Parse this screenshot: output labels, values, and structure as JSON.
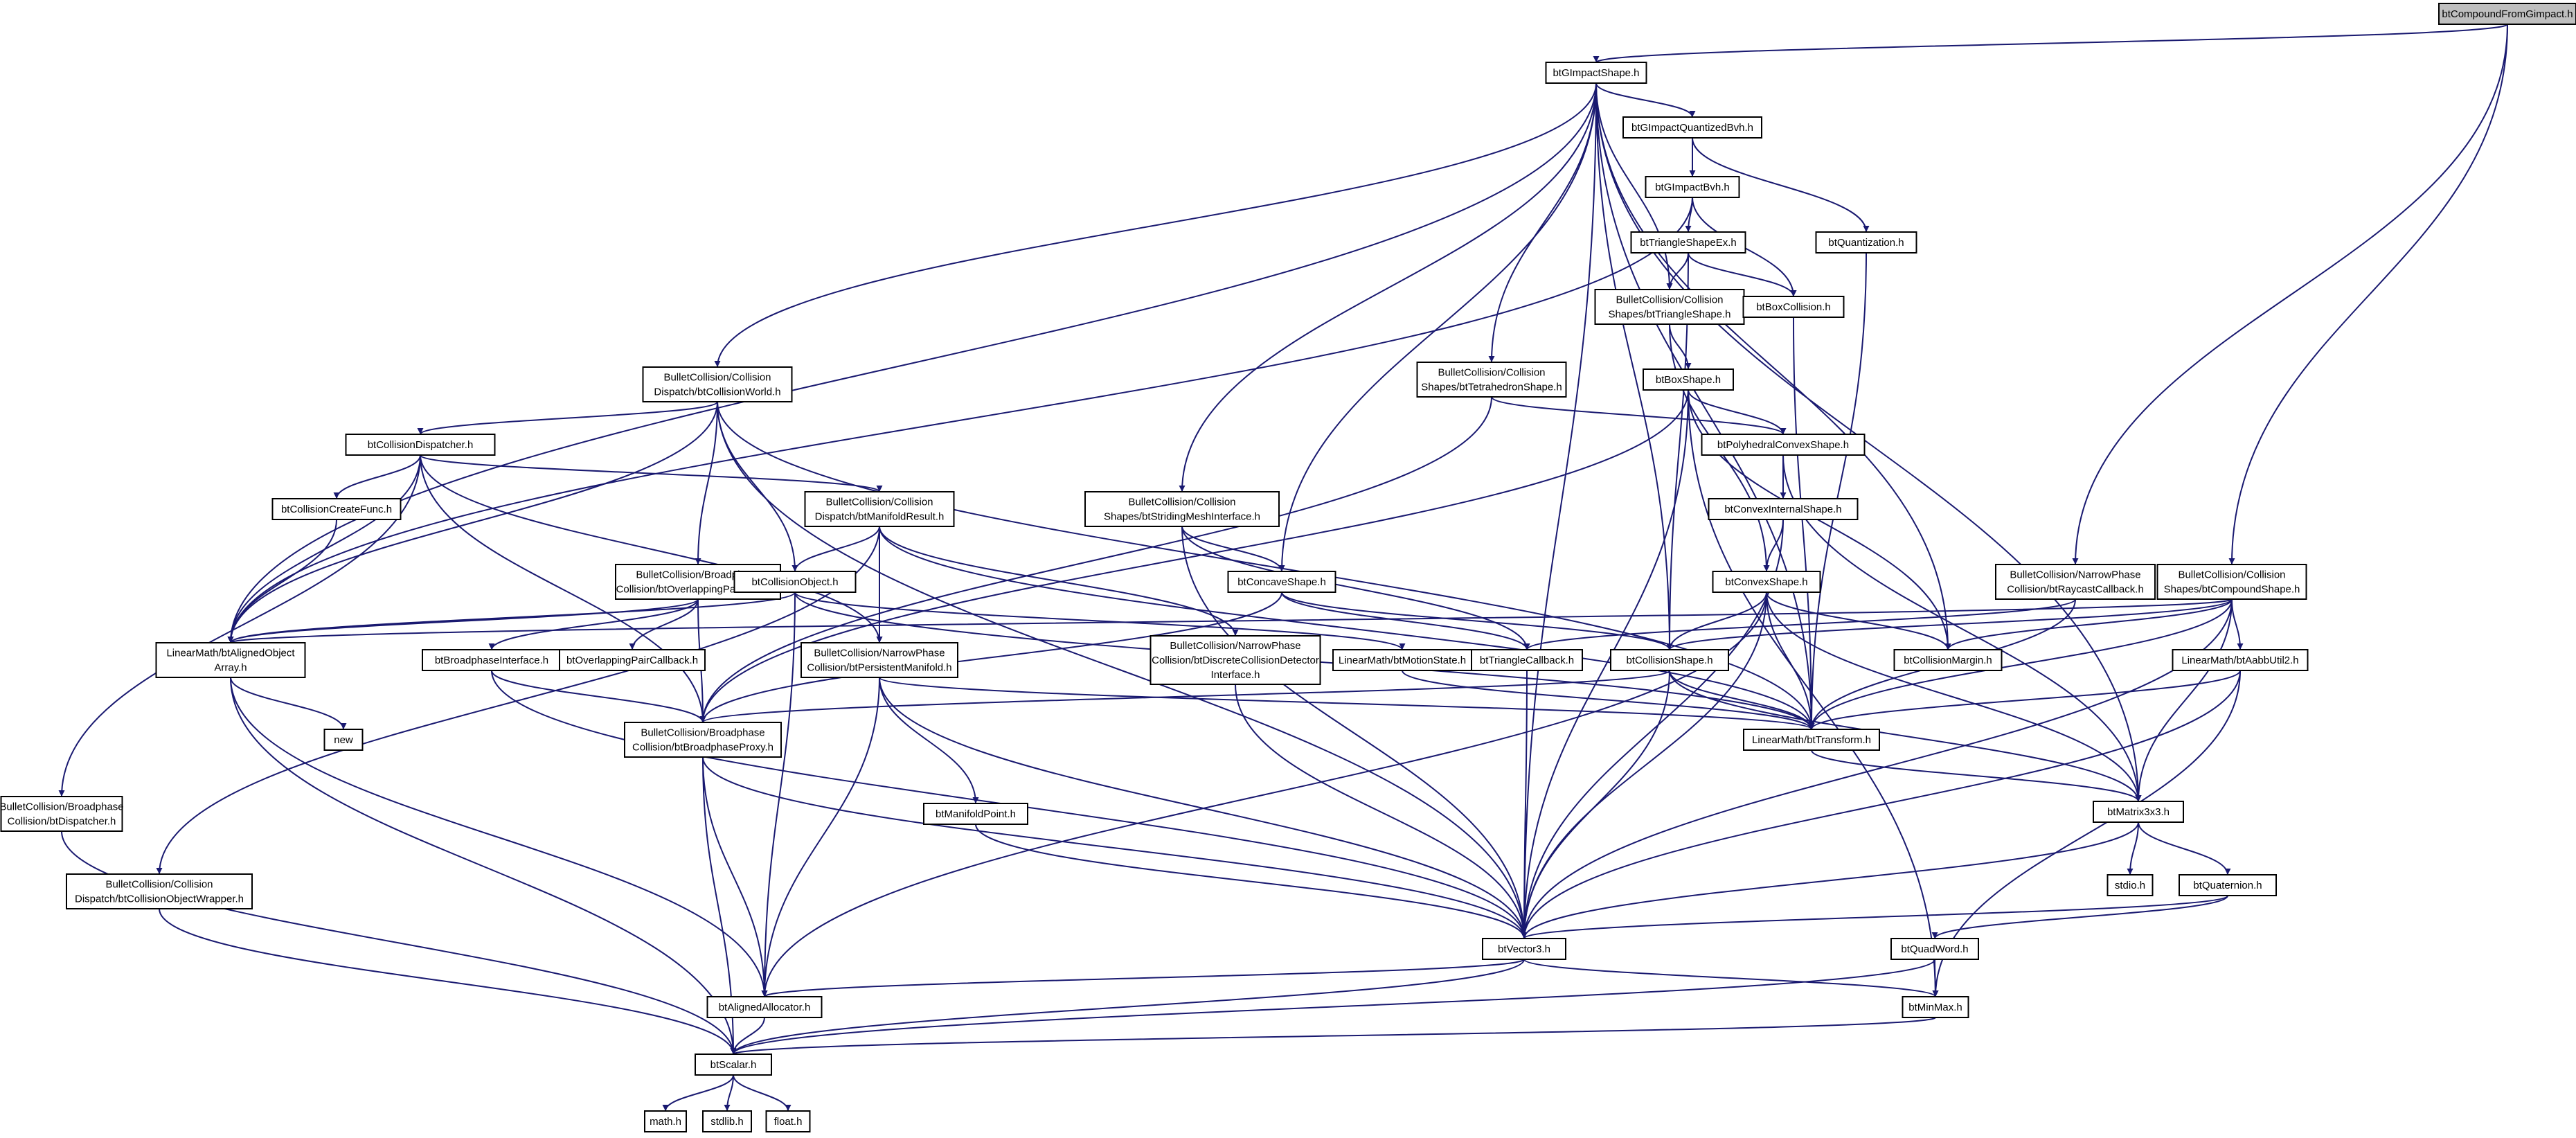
{
  "colors": {
    "edge": "#191970",
    "node_border": "#000000",
    "node_fill": "#ffffff",
    "root_fill": "#bfbfbf",
    "missing_border": "#ff0000",
    "system_border": "#bfbfbf"
  },
  "nodes": {
    "root": {
      "lines": [
        "btCompoundFromGimpact.h"
      ],
      "kind": "root"
    },
    "gimpactshape": {
      "lines": [
        "btGImpactShape.h"
      ],
      "kind": "normal"
    },
    "quantbvh": {
      "lines": [
        "btGImpactQuantizedBvh.h"
      ],
      "kind": "normal"
    },
    "gimpactbvh": {
      "lines": [
        "btGImpactBvh.h"
      ],
      "kind": "normal"
    },
    "quantization": {
      "lines": [
        "btQuantization.h"
      ],
      "kind": "normal"
    },
    "triex": {
      "lines": [
        "btTriangleShapeEx.h"
      ],
      "kind": "missing"
    },
    "tripshape": {
      "lines": [
        "BulletCollision/Collision",
        "Shapes/btTriangleShape.h"
      ],
      "kind": "normal"
    },
    "boxcoll": {
      "lines": [
        "btBoxCollision.h"
      ],
      "kind": "normal"
    },
    "collworld": {
      "lines": [
        "BulletCollision/Collision",
        "Dispatch/btCollisionWorld.h"
      ],
      "kind": "normal"
    },
    "tetra": {
      "lines": [
        "BulletCollision/Collision",
        "Shapes/btTetrahedronShape.h"
      ],
      "kind": "normal"
    },
    "boxshape": {
      "lines": [
        "btBoxShape.h"
      ],
      "kind": "normal"
    },
    "colldisp": {
      "lines": [
        "btCollisionDispatcher.h"
      ],
      "kind": "normal"
    },
    "polyconvex": {
      "lines": [
        "btPolyhedralConvexShape.h"
      ],
      "kind": "normal"
    },
    "createfunc": {
      "lines": [
        "btCollisionCreateFunc.h"
      ],
      "kind": "normal"
    },
    "manifoldres": {
      "lines": [
        "BulletCollision/Collision",
        "Dispatch/btManifoldResult.h"
      ],
      "kind": "normal"
    },
    "stridingmesh": {
      "lines": [
        "BulletCollision/Collision",
        "Shapes/btStridingMeshInterface.h"
      ],
      "kind": "normal"
    },
    "convexinternal": {
      "lines": [
        "btConvexInternalShape.h"
      ],
      "kind": "normal"
    },
    "raycast": {
      "lines": [
        "BulletCollision/NarrowPhase",
        "Collision/btRaycastCallback.h"
      ],
      "kind": "normal"
    },
    "compoundshape": {
      "lines": [
        "BulletCollision/Collision",
        "Shapes/btCompoundShape.h"
      ],
      "kind": "normal"
    },
    "overlapcache": {
      "lines": [
        "BulletCollision/Broadphase",
        "Collision/btOverlappingPairCache.h"
      ],
      "kind": "normal"
    },
    "collobj": {
      "lines": [
        "btCollisionObject.h"
      ],
      "kind": "normal"
    },
    "concave": {
      "lines": [
        "btConcaveShape.h"
      ],
      "kind": "normal"
    },
    "convexshape": {
      "lines": [
        "btConvexShape.h"
      ],
      "kind": "normal"
    },
    "alignedarray": {
      "lines": [
        "LinearMath/btAlignedObject",
        "Array.h"
      ],
      "kind": "normal"
    },
    "bpinterface": {
      "lines": [
        "btBroadphaseInterface.h"
      ],
      "kind": "normal"
    },
    "overlapcb": {
      "lines": [
        "btOverlappingPairCallback.h"
      ],
      "kind": "normal"
    },
    "persistmf": {
      "lines": [
        "BulletCollision/NarrowPhase",
        "Collision/btPersistentManifold.h"
      ],
      "kind": "normal"
    },
    "discrete": {
      "lines": [
        "BulletCollision/NarrowPhase",
        "Collision/btDiscreteCollisionDetector",
        "Interface.h"
      ],
      "kind": "normal"
    },
    "motionstate": {
      "lines": [
        "LinearMath/btMotionState.h"
      ],
      "kind": "normal"
    },
    "tricallback": {
      "lines": [
        "btTriangleCallback.h"
      ],
      "kind": "normal"
    },
    "collshape": {
      "lines": [
        "btCollisionShape.h"
      ],
      "kind": "normal"
    },
    "collmargin": {
      "lines": [
        "btCollisionMargin.h"
      ],
      "kind": "normal"
    },
    "aabbutil": {
      "lines": [
        "LinearMath/btAabbUtil2.h"
      ],
      "kind": "normal"
    },
    "new": {
      "lines": [
        "new"
      ],
      "kind": "system"
    },
    "bproxy": {
      "lines": [
        "BulletCollision/Broadphase",
        "Collision/btBroadphaseProxy.h"
      ],
      "kind": "normal"
    },
    "transform": {
      "lines": [
        "LinearMath/btTransform.h"
      ],
      "kind": "normal"
    },
    "bpdispatcher": {
      "lines": [
        "BulletCollision/Broadphase",
        "Collision/btDispatcher.h"
      ],
      "kind": "normal"
    },
    "manifoldpoint": {
      "lines": [
        "btManifoldPoint.h"
      ],
      "kind": "missing"
    },
    "matrix": {
      "lines": [
        "btMatrix3x3.h"
      ],
      "kind": "normal"
    },
    "collobjwrapper": {
      "lines": [
        "BulletCollision/Collision",
        "Dispatch/btCollisionObjectWrapper.h"
      ],
      "kind": "normal"
    },
    "stdio": {
      "lines": [
        "stdio.h"
      ],
      "kind": "system"
    },
    "quaternion": {
      "lines": [
        "btQuaternion.h"
      ],
      "kind": "normal"
    },
    "vector3": {
      "lines": [
        "btVector3.h"
      ],
      "kind": "normal"
    },
    "quadword": {
      "lines": [
        "btQuadWord.h"
      ],
      "kind": "normal"
    },
    "alignedalloc": {
      "lines": [
        "btAlignedAllocator.h"
      ],
      "kind": "normal"
    },
    "minmax": {
      "lines": [
        "btMinMax.h"
      ],
      "kind": "normal"
    },
    "scalar": {
      "lines": [
        "btScalar.h"
      ],
      "kind": "normal"
    },
    "math": {
      "lines": [
        "math.h"
      ],
      "kind": "system"
    },
    "stdlib": {
      "lines": [
        "stdlib.h"
      ],
      "kind": "system"
    },
    "float": {
      "lines": [
        "float.h"
      ],
      "kind": "system"
    }
  },
  "edges": [
    [
      "root",
      "gimpactshape"
    ],
    [
      "root",
      "raycast"
    ],
    [
      "root",
      "compoundshape"
    ],
    [
      "gimpactshape",
      "quantbvh"
    ],
    [
      "gimpactshape",
      "alignedarray"
    ],
    [
      "gimpactshape",
      "collworld"
    ],
    [
      "gimpactshape",
      "stridingmesh"
    ],
    [
      "gimpactshape",
      "concave"
    ],
    [
      "gimpactshape",
      "collshape"
    ],
    [
      "gimpactshape",
      "tetra"
    ],
    [
      "gimpactshape",
      "tripshape"
    ],
    [
      "gimpactshape",
      "collmargin"
    ],
    [
      "gimpactshape",
      "transform"
    ],
    [
      "gimpactshape",
      "matrix"
    ],
    [
      "gimpactshape",
      "vector3"
    ],
    [
      "quantbvh",
      "gimpactbvh"
    ],
    [
      "quantbvh",
      "quantization"
    ],
    [
      "gimpactbvh",
      "triex"
    ],
    [
      "gimpactbvh",
      "boxcoll"
    ],
    [
      "gimpactbvh",
      "alignedarray"
    ],
    [
      "triex",
      "tripshape"
    ],
    [
      "triex",
      "boxcoll"
    ],
    [
      "triex",
      "collshape"
    ],
    [
      "tripshape",
      "boxshape"
    ],
    [
      "tripshape",
      "convexshape"
    ],
    [
      "quantization",
      "transform"
    ],
    [
      "boxcoll",
      "transform"
    ],
    [
      "collworld",
      "colldisp"
    ],
    [
      "collworld",
      "collobj"
    ],
    [
      "collworld",
      "overlapcache"
    ],
    [
      "collworld",
      "alignedarray"
    ],
    [
      "collworld",
      "vector3"
    ],
    [
      "collworld",
      "transform"
    ],
    [
      "tetra",
      "bproxy"
    ],
    [
      "tetra",
      "polyconvex"
    ],
    [
      "boxshape",
      "polyconvex"
    ],
    [
      "boxshape",
      "bproxy"
    ],
    [
      "boxshape",
      "collmargin"
    ],
    [
      "boxshape",
      "vector3"
    ],
    [
      "boxshape",
      "minmax"
    ],
    [
      "colldisp",
      "createfunc"
    ],
    [
      "colldisp",
      "manifoldres"
    ],
    [
      "colldisp",
      "bpdispatcher"
    ],
    [
      "colldisp",
      "persistmf"
    ],
    [
      "colldisp",
      "alignedarray"
    ],
    [
      "colldisp",
      "bproxy"
    ],
    [
      "polyconvex",
      "convexinternal"
    ],
    [
      "polyconvex",
      "matrix"
    ],
    [
      "createfunc",
      "alignedarray"
    ],
    [
      "manifoldres",
      "collobj"
    ],
    [
      "manifoldres",
      "persistmf"
    ],
    [
      "manifoldres",
      "discrete"
    ],
    [
      "manifoldres",
      "collobjwrapper"
    ],
    [
      "manifoldres",
      "transform"
    ],
    [
      "stridingmesh",
      "concave"
    ],
    [
      "stridingmesh",
      "tricallback"
    ],
    [
      "stridingmesh",
      "vector3"
    ],
    [
      "convexinternal",
      "convexshape"
    ],
    [
      "convexinternal",
      "vector3"
    ],
    [
      "raycast",
      "tricallback"
    ],
    [
      "raycast",
      "transform"
    ],
    [
      "compoundshape",
      "collshape"
    ],
    [
      "compoundshape",
      "aabbutil"
    ],
    [
      "compoundshape",
      "matrix"
    ],
    [
      "compoundshape",
      "transform"
    ],
    [
      "compoundshape",
      "collmargin"
    ],
    [
      "compoundshape",
      "alignedarray"
    ],
    [
      "compoundshape",
      "vector3"
    ],
    [
      "overlapcache",
      "bpinterface"
    ],
    [
      "overlapcache",
      "overlapcb"
    ],
    [
      "overlapcache",
      "alignedarray"
    ],
    [
      "overlapcache",
      "bproxy"
    ],
    [
      "collobj",
      "motionstate"
    ],
    [
      "collobj",
      "alignedarray"
    ],
    [
      "collobj",
      "transform"
    ],
    [
      "collobj",
      "alignedalloc"
    ],
    [
      "concave",
      "collshape"
    ],
    [
      "concave",
      "tricallback"
    ],
    [
      "concave",
      "bproxy"
    ],
    [
      "convexshape",
      "collshape"
    ],
    [
      "convexshape",
      "vector3"
    ],
    [
      "convexshape",
      "transform"
    ],
    [
      "convexshape",
      "matrix"
    ],
    [
      "convexshape",
      "collmargin"
    ],
    [
      "convexshape",
      "alignedalloc"
    ],
    [
      "alignedarray",
      "new"
    ],
    [
      "alignedarray",
      "alignedalloc"
    ],
    [
      "alignedarray",
      "scalar"
    ],
    [
      "bpinterface",
      "bproxy"
    ],
    [
      "bpinterface",
      "vector3"
    ],
    [
      "persistmf",
      "manifoldpoint"
    ],
    [
      "persistmf",
      "alignedalloc"
    ],
    [
      "persistmf",
      "vector3"
    ],
    [
      "persistmf",
      "transform"
    ],
    [
      "discrete",
      "vector3"
    ],
    [
      "motionstate",
      "transform"
    ],
    [
      "tricallback",
      "vector3"
    ],
    [
      "collshape",
      "transform"
    ],
    [
      "collshape",
      "vector3"
    ],
    [
      "collshape",
      "matrix"
    ],
    [
      "collshape",
      "bproxy"
    ],
    [
      "aabbutil",
      "transform"
    ],
    [
      "aabbutil",
      "vector3"
    ],
    [
      "aabbutil",
      "minmax"
    ],
    [
      "bproxy",
      "vector3"
    ],
    [
      "bproxy",
      "alignedalloc"
    ],
    [
      "bproxy",
      "scalar"
    ],
    [
      "transform",
      "matrix"
    ],
    [
      "bpdispatcher",
      "scalar"
    ],
    [
      "manifoldpoint",
      "vector3"
    ],
    [
      "matrix",
      "vector3"
    ],
    [
      "matrix",
      "quaternion"
    ],
    [
      "matrix",
      "stdio"
    ],
    [
      "collobjwrapper",
      "scalar"
    ],
    [
      "quaternion",
      "quadword"
    ],
    [
      "quaternion",
      "vector3"
    ],
    [
      "vector3",
      "minmax"
    ],
    [
      "vector3",
      "alignedalloc"
    ],
    [
      "vector3",
      "scalar"
    ],
    [
      "quadword",
      "scalar"
    ],
    [
      "quadword",
      "minmax"
    ],
    [
      "alignedalloc",
      "scalar"
    ],
    [
      "minmax",
      "scalar"
    ],
    [
      "scalar",
      "math"
    ],
    [
      "scalar",
      "stdlib"
    ],
    [
      "scalar",
      "float"
    ]
  ]
}
